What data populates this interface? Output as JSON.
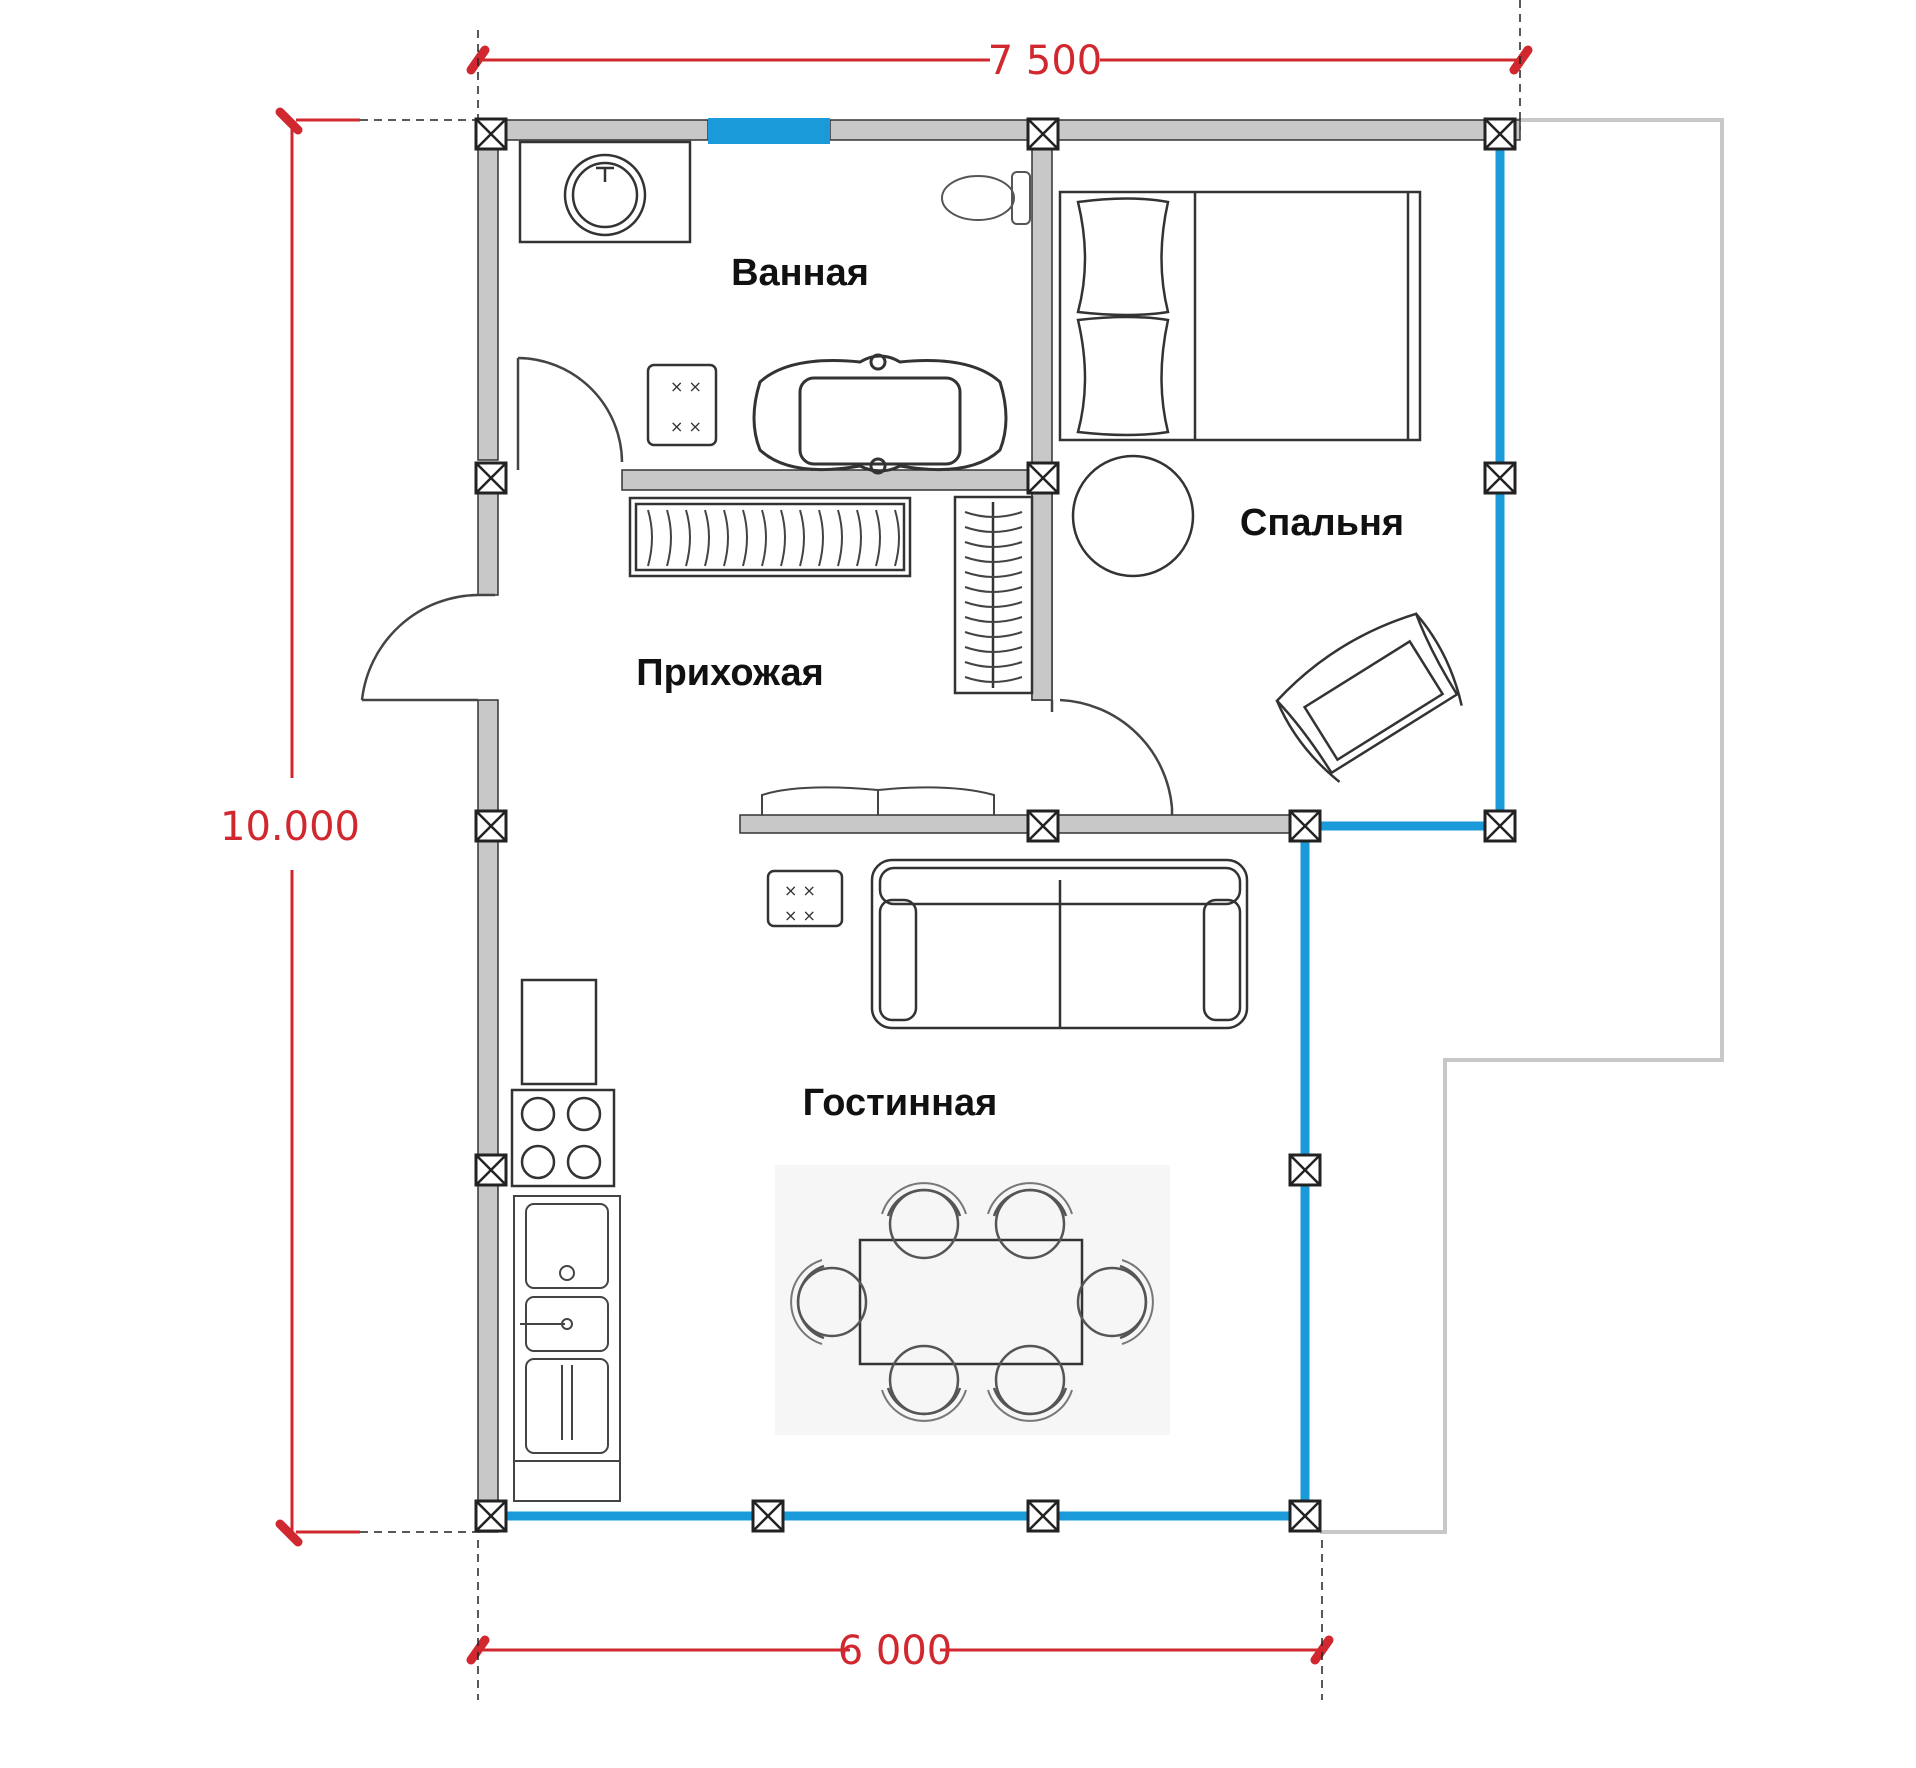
{
  "dimensions": {
    "top_width": "7 500",
    "bottom_width": "6 000",
    "height": "10.000"
  },
  "rooms": {
    "bathroom": "Ванная",
    "bedroom": "Спальня",
    "hallway": "Прихожая",
    "living_room": "Гостинная"
  },
  "colors": {
    "dimension": "#d0282e",
    "glazing": "#1a9ad9",
    "wall": "#c8c8c8",
    "terrace": "#c8c8c8"
  }
}
